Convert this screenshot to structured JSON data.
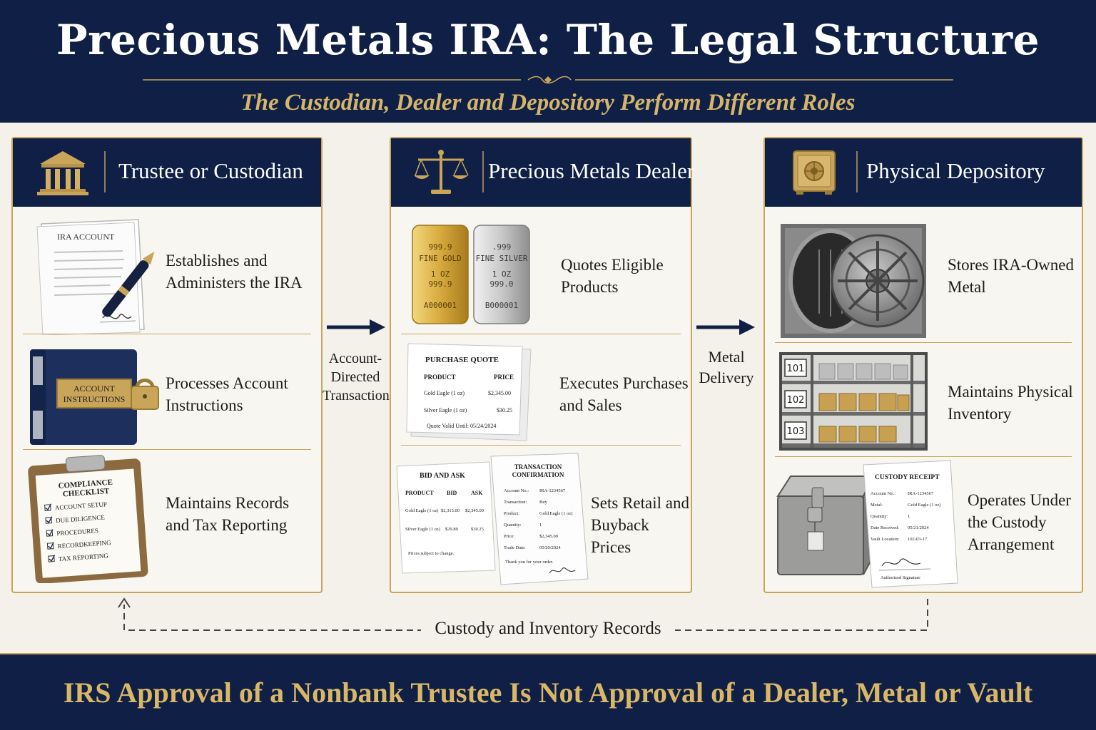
{
  "title": "Precious Metals IRA: The Legal Structure",
  "subtitle": "The Custodian, Dealer and Depository Perform Different Roles",
  "footer": "IRS Approval of a Nonbank Trustee Is Not Approval of a Dealer, Metal or Vault",
  "colors": {
    "navy": "#0f1f45",
    "gold": "#c9a55a",
    "cream": "#f8f6f0"
  },
  "panels": [
    {
      "title": "Trustee or Custodian",
      "icon": "bank-building-icon",
      "rows": [
        {
          "text_1": "Establishes and",
          "text_2": "Administers the IRA",
          "illustration": "ira-account-document",
          "doc_title": "IRA ACCOUNT"
        },
        {
          "text_1": "Processes Account",
          "text_2": "Instructions",
          "illustration": "locked-binder",
          "doc_title_1": "ACCOUNT",
          "doc_title_2": "INSTRUCTIONS"
        },
        {
          "text_1": "Maintains Records",
          "text_2": "and Tax Reporting",
          "illustration": "compliance-clipboard",
          "doc_title_1": "COMPLIANCE",
          "doc_title_2": "CHECKLIST",
          "checklist": [
            "ACCOUNT SETUP",
            "DUE DILIGENCE",
            "PROCEDURES",
            "RECORDKEEPING",
            "TAX REPORTING"
          ]
        }
      ]
    },
    {
      "title": "Precious Metals Dealer",
      "icon": "scales-icon",
      "rows": [
        {
          "text_1": "Quotes Eligible",
          "text_2": "Products",
          "illustration": "gold-silver-bars",
          "gold_bar": {
            "line1": "999.9",
            "line2": "FINE GOLD",
            "line3": "1 OZ",
            "line4": "999.9",
            "serial": "A000001"
          },
          "silver_bar": {
            "line1": ".999",
            "line2": "FINE SILVER",
            "line3": "1 OZ",
            "line4": "999.0",
            "serial": "B000001"
          }
        },
        {
          "text_1": "Executes Purchases",
          "text_2": "and Sales",
          "illustration": "purchase-quote",
          "doc_title": "PURCHASE QUOTE",
          "headers": [
            "PRODUCT",
            "PRICE"
          ],
          "items": [
            {
              "product": "Gold Eagle (1 oz)",
              "price": "$2,345.00"
            },
            {
              "product": "Silver Eagle (1 oz)",
              "price": "$30.25"
            }
          ],
          "valid": "Quote Valid Until: 05/24/2024"
        },
        {
          "text_1": "Sets Retail and",
          "text_2": "Buyback Prices",
          "illustration": "bid-ask-and-confirmation",
          "bidask_title": "BID AND ASK",
          "bidask_headers": [
            "PRODUCT",
            "BID",
            "ASK"
          ],
          "bidask_items": [
            {
              "product": "Gold Eagle (1 oz)",
              "bid": "$2,315.00",
              "ask": "$2,345.00"
            },
            {
              "product": "Silver Eagle (1 oz)",
              "bid": "$29.80",
              "ask": "$30.25"
            }
          ],
          "bidask_note": "Prices subject to change.",
          "confirm_title_1": "TRANSACTION",
          "confirm_title_2": "CONFIRMATION",
          "confirm_fields": [
            {
              "k": "Account No.:",
              "v": "IRA-1234567"
            },
            {
              "k": "Transaction:",
              "v": "Buy"
            },
            {
              "k": "Product:",
              "v": "Gold Eagle (1 oz)"
            },
            {
              "k": "Quantity:",
              "v": "1"
            },
            {
              "k": "Price:",
              "v": "$2,345.00"
            },
            {
              "k": "Trade Date:",
              "v": "05/20/2024"
            }
          ],
          "confirm_note": "Thank you for your order."
        }
      ]
    },
    {
      "title": "Physical Depository",
      "icon": "safe-icon",
      "rows": [
        {
          "text_1": "Stores IRA-Owned",
          "text_2": "Metal",
          "illustration": "vault-door"
        },
        {
          "text_1": "Maintains Physical",
          "text_2": "Inventory",
          "illustration": "storage-shelves",
          "shelf_labels": [
            "101",
            "102",
            "103"
          ]
        },
        {
          "text_1": "Operates Under",
          "text_2": "the Custody",
          "text_3": "Arrangement",
          "illustration": "custody-box-receipt",
          "receipt_title": "CUSTODY RECEIPT",
          "receipt_fields": [
            {
              "k": "Account No.:",
              "v": "IRA-1234567"
            },
            {
              "k": "Metal:",
              "v": "Gold Eagle (1 oz)"
            },
            {
              "k": "Quantity:",
              "v": "1"
            },
            {
              "k": "Date Received:",
              "v": "05/21/2024"
            },
            {
              "k": "Vault Location:",
              "v": "102-03-17"
            }
          ],
          "receipt_sig": "Authorized Signature"
        }
      ]
    }
  ],
  "flows": [
    {
      "label_1": "Account-",
      "label_2": "Directed",
      "label_3": "Transaction"
    },
    {
      "label_1": "Metal",
      "label_2": "Delivery"
    }
  ],
  "records_flow": "Custody and Inventory Records"
}
